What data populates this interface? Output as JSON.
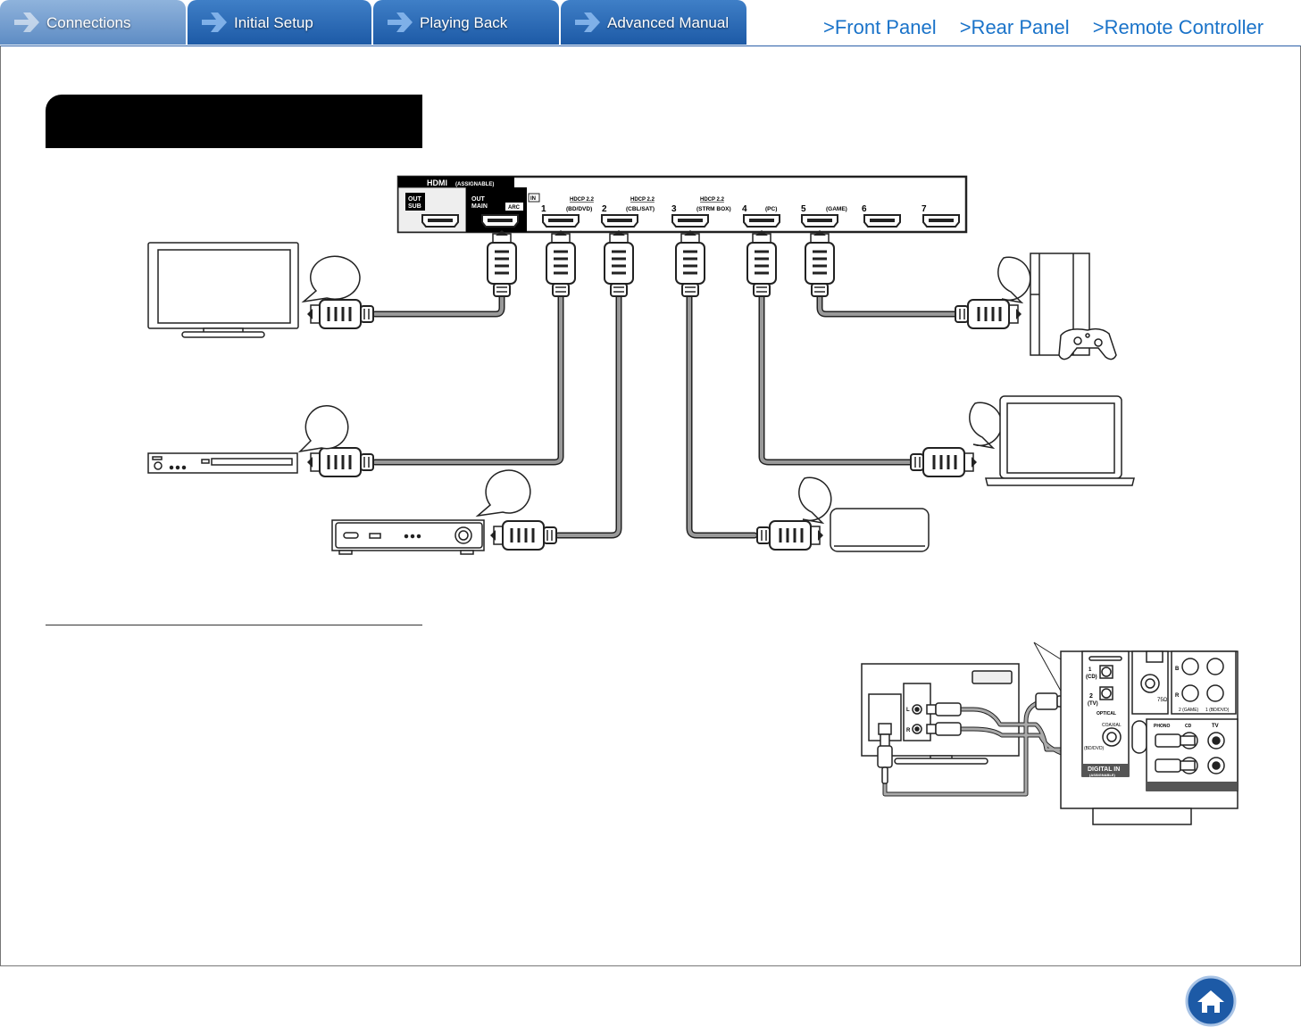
{
  "nav": {
    "tabs": [
      {
        "label": "Connections",
        "active": true
      },
      {
        "label": "Initial Setup",
        "active": false
      },
      {
        "label": "Playing Back",
        "active": false
      },
      {
        "label": "Advanced Manual",
        "active": false
      }
    ],
    "links": [
      ">Front Panel",
      ">Rear Panel",
      ">Remote Controller"
    ]
  },
  "hdmi_panel": {
    "title": "HDMI",
    "title_sub": "(ASSIGNABLE)",
    "out_sub": [
      "OUT",
      "SUB"
    ],
    "out_main": [
      "OUT",
      "MAIN"
    ],
    "arc": "ARC",
    "in_label": "IN",
    "hdcp": "HDCP 2.2",
    "ports": [
      {
        "num": "1",
        "name": "(BD/DVD)"
      },
      {
        "num": "2",
        "name": "(CBL/SAT)"
      },
      {
        "num": "3",
        "name": "(STRM BOX)"
      },
      {
        "num": "4",
        "name": "(PC)"
      },
      {
        "num": "5",
        "name": "(GAME)"
      },
      {
        "num": "6",
        "name": ""
      },
      {
        "num": "7",
        "name": ""
      }
    ]
  },
  "rear_detail": {
    "in1": "1",
    "in1_name": "(CD)",
    "in2": "2",
    "in2_name": "(TV)",
    "optical": "OPTICAL",
    "coaxial": "COAXIAL",
    "bd_dvd": "(BD/DVD)",
    "digital_in": "DIGITAL IN",
    "assignable": "(ASSIGNABLE)",
    "phono": "PHONO",
    "cd": "CD",
    "tv": "TV",
    "game": "2 (GAME)",
    "bdvd": "1 (BD/DVD)",
    "ohm": "75Ω",
    "tv_l": "L",
    "tv_r": "R",
    "b": "B",
    "r": "R"
  },
  "colors": {
    "tab_blue": "#1d5aa6",
    "link_blue": "#1a73c9",
    "cable_gray": "#888888"
  }
}
